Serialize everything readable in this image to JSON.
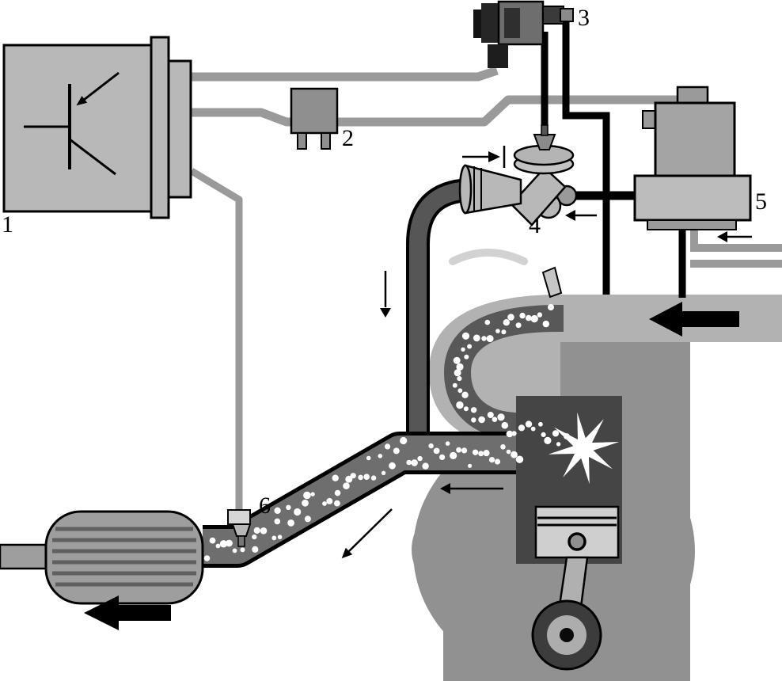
{
  "diagram": {
    "labels": [
      {
        "text": "1",
        "component": "control-unit"
      },
      {
        "text": "2",
        "component": "relay"
      },
      {
        "text": "3",
        "component": "solenoid-valve"
      },
      {
        "text": "4",
        "component": "air-injection-valve"
      },
      {
        "text": "5",
        "component": "air-pump"
      },
      {
        "text": "6",
        "component": "oxygen-sensor"
      }
    ],
    "colors": {
      "background": "#ffffff",
      "component_gray": "#b8b8b8",
      "engine_gray": "#919191",
      "wire_gray": "#9a9a9a",
      "passage_dark_gray": "#585858",
      "exhaust_gray": "#6e6e6e",
      "outline_black": "#000000",
      "dot_white": "#ffffff"
    }
  }
}
